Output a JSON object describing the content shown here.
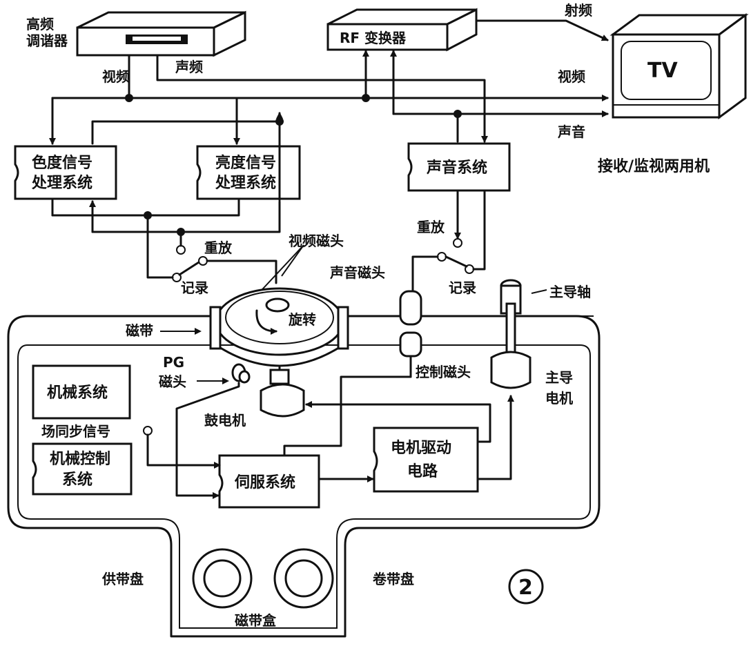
{
  "labels": {
    "tuner": "高频\n调谐器",
    "rf_converter": "RF 变换器",
    "rf_out": "射频",
    "tv": "TV",
    "tv_caption": "接收/监视两用机",
    "video_from_tuner": "视频",
    "audio_from_tuner": "声频",
    "video_out": "视频",
    "audio_out": "声音",
    "chroma": "色度信号\n处理系统",
    "luma": "亮度信号\n处理系统",
    "sound_system": "声音系统",
    "playback_left": "重放",
    "playback_right": "重放",
    "record_left": "记录",
    "record_right": "记录",
    "video_head": "视频磁头",
    "audio_head": "声音磁头",
    "capstan": "主导轴",
    "rotate": "旋转",
    "tape": "磁带",
    "pg_head": "PG\n磁头",
    "control_head": "控制磁头",
    "capstan_motor": "主导\n电机",
    "mechanical_system": "机械系统",
    "field_sync": "场同步信号",
    "mechanical_control": "机械控制\n系统",
    "drum_motor": "鼓电机",
    "servo": "伺服系统",
    "motor_drive": "电机驱动\n电路",
    "supply_reel": "供带盘",
    "takeup_reel": "卷带盘",
    "cassette": "磁带盒",
    "figure_number": "2"
  }
}
